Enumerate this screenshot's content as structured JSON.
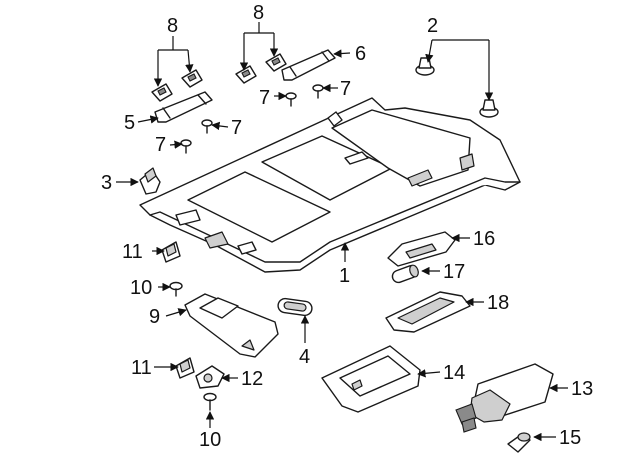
{
  "callouts": [
    {
      "id": "callout-1",
      "label": "1"
    },
    {
      "id": "callout-2",
      "label": "2"
    },
    {
      "id": "callout-3",
      "label": "3"
    },
    {
      "id": "callout-4",
      "label": "4"
    },
    {
      "id": "callout-5",
      "label": "5"
    },
    {
      "id": "callout-6",
      "label": "6"
    },
    {
      "id": "callout-7a",
      "label": "7"
    },
    {
      "id": "callout-7b",
      "label": "7"
    },
    {
      "id": "callout-7c",
      "label": "7"
    },
    {
      "id": "callout-7d",
      "label": "7"
    },
    {
      "id": "callout-8a",
      "label": "8"
    },
    {
      "id": "callout-8b",
      "label": "8"
    },
    {
      "id": "callout-9",
      "label": "9"
    },
    {
      "id": "callout-10a",
      "label": "10"
    },
    {
      "id": "callout-10b",
      "label": "10"
    },
    {
      "id": "callout-11a",
      "label": "11"
    },
    {
      "id": "callout-11b",
      "label": "11"
    },
    {
      "id": "callout-12",
      "label": "12"
    },
    {
      "id": "callout-13",
      "label": "13"
    },
    {
      "id": "callout-14",
      "label": "14"
    },
    {
      "id": "callout-15",
      "label": "15"
    },
    {
      "id": "callout-16",
      "label": "16"
    },
    {
      "id": "callout-17",
      "label": "17"
    },
    {
      "id": "callout-18",
      "label": "18"
    }
  ]
}
